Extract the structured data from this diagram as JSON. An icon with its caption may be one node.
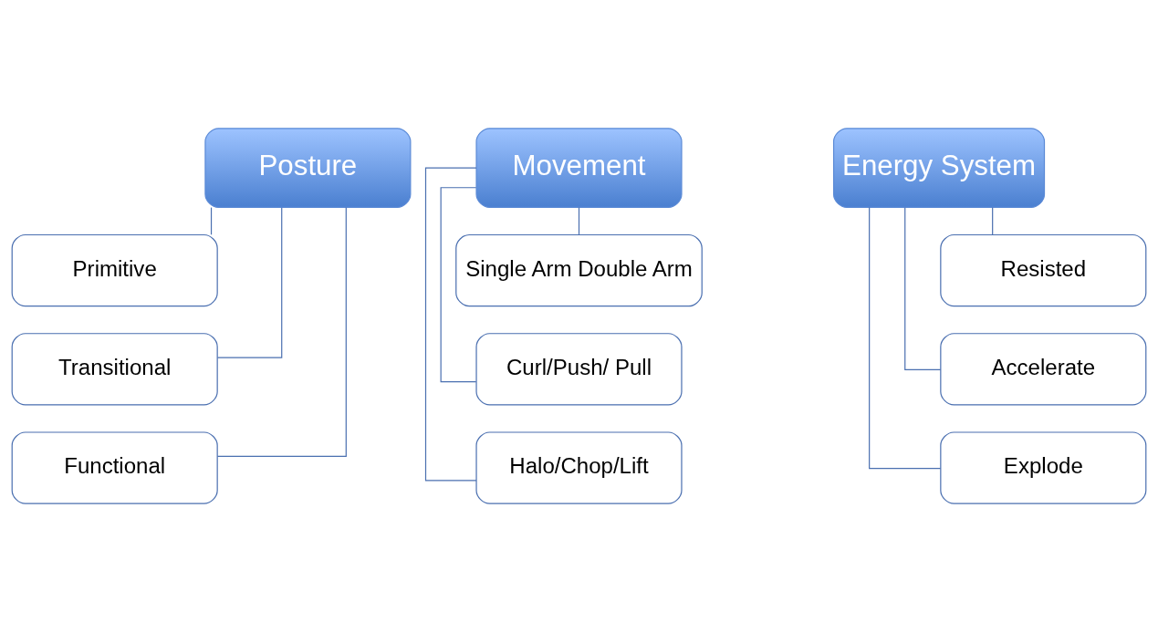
{
  "diagram": {
    "nodes": [
      {
        "text": [
          "Posture"
        ]
      },
      {
        "text": [
          "Primitive"
        ]
      },
      {
        "text": [
          "Transitional"
        ]
      },
      {
        "text": [
          "Functional"
        ]
      },
      {
        "text": [
          "Movement"
        ]
      },
      {
        "text": [
          "Single Arm Double Arm"
        ]
      },
      {
        "text": [
          "Curl/Push/ Pull"
        ]
      },
      {
        "text": [
          "Halo/Chop/Lift"
        ]
      },
      {
        "text": [
          "Energy System"
        ]
      },
      {
        "text": [
          "Resisted"
        ]
      },
      {
        "text": [
          "Accelerate"
        ]
      },
      {
        "text": [
          "Explode"
        ]
      }
    ],
    "edges": [
      {
        "from": 0,
        "to": 1,
        "arrow": "none"
      },
      {
        "from": 0,
        "to": 2,
        "arrow": "none"
      },
      {
        "from": 0,
        "to": 3,
        "arrow": "none"
      },
      {
        "from": 4,
        "to": 5,
        "arrow": "none"
      },
      {
        "from": 4,
        "to": 6,
        "arrow": "none"
      },
      {
        "from": 4,
        "to": 7,
        "arrow": "none"
      },
      {
        "from": 8,
        "to": 9,
        "arrow": "none"
      },
      {
        "from": 8,
        "to": 10,
        "arrow": "none"
      },
      {
        "from": 8,
        "to": 11,
        "arrow": "none"
      }
    ]
  }
}
